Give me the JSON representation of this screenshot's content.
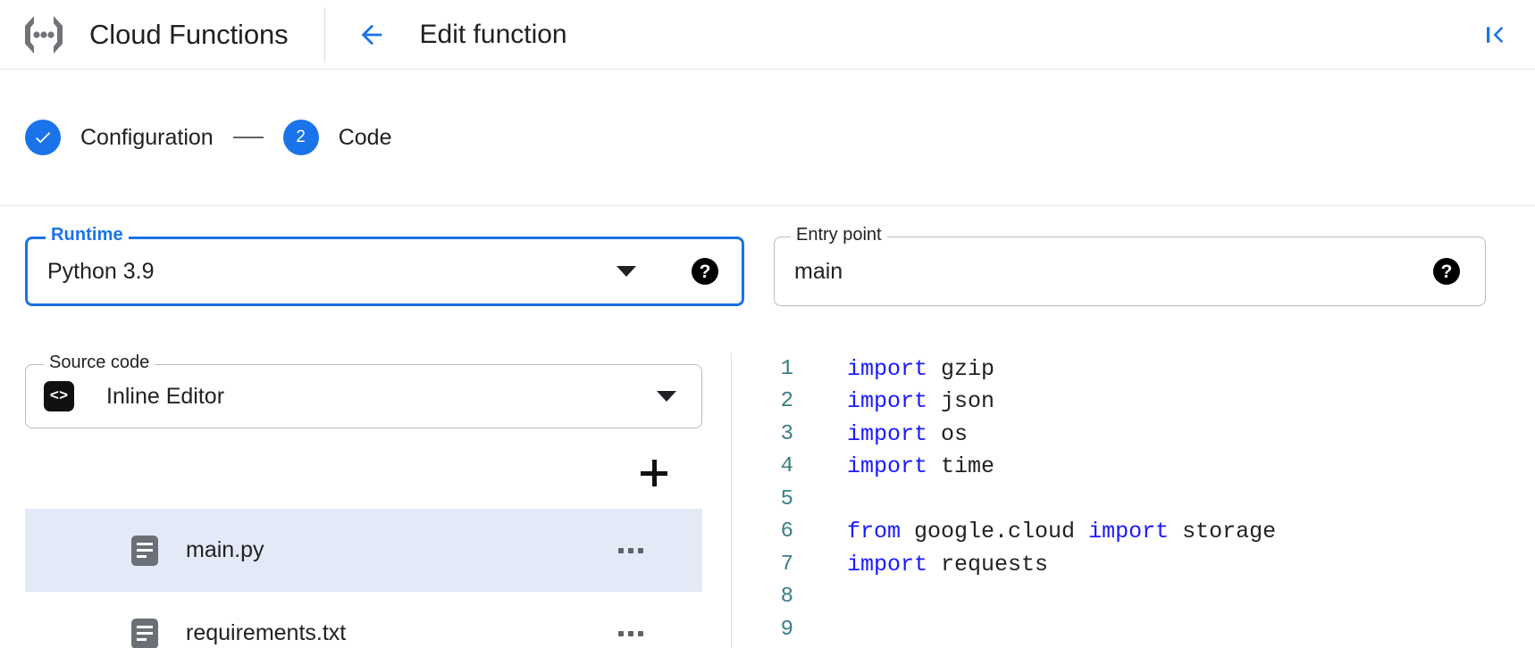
{
  "topbar": {
    "logo_icon": "cloud-functions-logo",
    "brand": "Cloud Functions",
    "back_icon": "arrow-left-icon",
    "page_title": "Edit function",
    "collapse_icon": "collapse-panel-left-icon"
  },
  "stepper": {
    "steps": [
      {
        "indicator": "✓",
        "label": "Configuration",
        "state": "completed"
      },
      {
        "indicator": "2",
        "label": "Code",
        "state": "active"
      }
    ],
    "connector": "—",
    "accent_color": "#1a73e8"
  },
  "form": {
    "runtime": {
      "label": "Runtime",
      "value": "Python 3.9",
      "focused": true,
      "caret_icon": "chevron-down-icon",
      "help_icon": "help-circle-icon",
      "help_glyph": "?"
    },
    "entry_point": {
      "label": "Entry point",
      "value": "main",
      "placeholder": "Entry point",
      "help_icon": "help-circle-icon",
      "help_glyph": "?"
    },
    "source_code": {
      "label": "Source code",
      "value": "Inline Editor",
      "value_icon": "code-brackets-icon",
      "value_icon_glyph": "<>",
      "caret_icon": "chevron-down-icon"
    }
  },
  "files": {
    "add_label": "+",
    "add_icon": "plus-icon",
    "more_icon": "more-horizontal-icon",
    "items": [
      {
        "name": "main.py",
        "icon": "file-document-icon",
        "selected": true
      },
      {
        "name": "requirements.txt",
        "icon": "file-document-icon",
        "selected": false
      }
    ],
    "selected_bg": "#e4e9f7"
  },
  "editor": {
    "keyword_color": "#1a1aff",
    "linenumber_color": "#3c7e87",
    "lines": [
      {
        "n": "1",
        "tokens": [
          {
            "t": "import",
            "k": true
          },
          {
            "t": " gzip",
            "k": false
          }
        ]
      },
      {
        "n": "2",
        "tokens": [
          {
            "t": "import",
            "k": true
          },
          {
            "t": " json",
            "k": false
          }
        ]
      },
      {
        "n": "3",
        "tokens": [
          {
            "t": "import",
            "k": true
          },
          {
            "t": " os",
            "k": false
          }
        ]
      },
      {
        "n": "4",
        "tokens": [
          {
            "t": "import",
            "k": true
          },
          {
            "t": " time",
            "k": false
          }
        ]
      },
      {
        "n": "5",
        "tokens": []
      },
      {
        "n": "6",
        "tokens": [
          {
            "t": "from",
            "k": true
          },
          {
            "t": " google.cloud ",
            "k": false
          },
          {
            "t": "import",
            "k": true
          },
          {
            "t": " storage",
            "k": false
          }
        ]
      },
      {
        "n": "7",
        "tokens": [
          {
            "t": "import",
            "k": true
          },
          {
            "t": " requests",
            "k": false
          }
        ]
      },
      {
        "n": "8",
        "tokens": []
      },
      {
        "n": "9",
        "tokens": []
      }
    ]
  }
}
